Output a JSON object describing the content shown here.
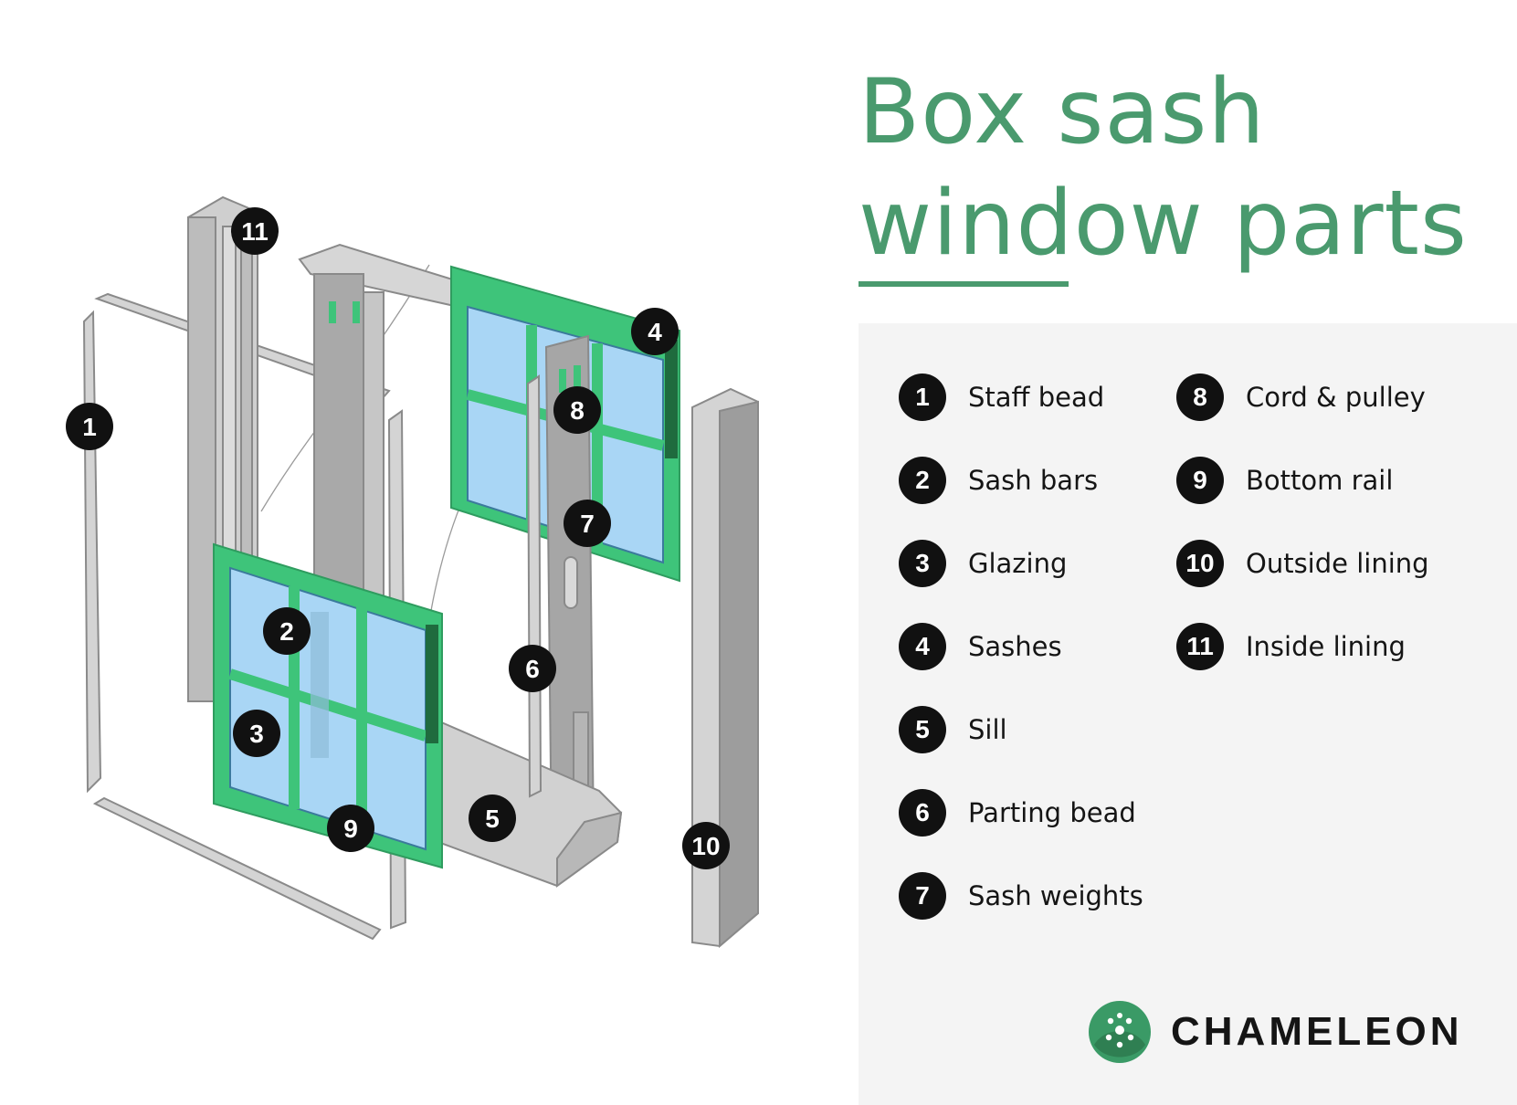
{
  "title": {
    "line1": "Box sash",
    "line2": "window parts"
  },
  "parts": [
    {
      "number": "1",
      "label": "Staff bead"
    },
    {
      "number": "2",
      "label": "Sash bars"
    },
    {
      "number": "3",
      "label": "Glazing"
    },
    {
      "number": "4",
      "label": "Sashes"
    },
    {
      "number": "5",
      "label": "Sill"
    },
    {
      "number": "6",
      "label": "Parting bead"
    },
    {
      "number": "7",
      "label": "Sash weights"
    },
    {
      "number": "8",
      "label": "Cord & pulley"
    },
    {
      "number": "9",
      "label": "Bottom rail"
    },
    {
      "number": "10",
      "label": "Outside lining"
    },
    {
      "number": "11",
      "label": "Inside lining"
    }
  ],
  "brand": {
    "name": "CHAMELEON",
    "logo_icon": "chameleon-logo-icon"
  },
  "colors": {
    "title_green": "#4a9a6e",
    "sash_green": "#3ec47a",
    "glass_blue": "#a9d6f5",
    "timber_grey": "#c9c9c9",
    "timber_dark": "#9d9d9d",
    "callout_black": "#111111"
  }
}
